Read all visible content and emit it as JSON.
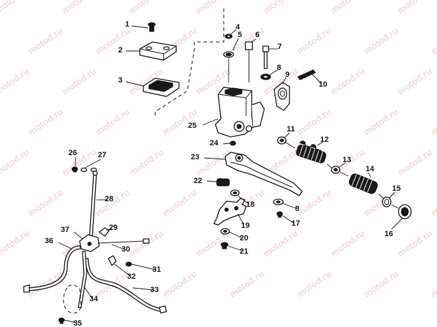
{
  "watermark_text": "motod.ru",
  "callouts": [
    {
      "id": "c1",
      "label": "1"
    },
    {
      "id": "c2",
      "label": "2"
    },
    {
      "id": "c3",
      "label": "3"
    },
    {
      "id": "c4",
      "label": "4"
    },
    {
      "id": "c5",
      "label": "5"
    },
    {
      "id": "c6",
      "label": "6"
    },
    {
      "id": "c7",
      "label": "7"
    },
    {
      "id": "c8a",
      "label": "8"
    },
    {
      "id": "c8b",
      "label": "8"
    },
    {
      "id": "c9",
      "label": "9"
    },
    {
      "id": "c10",
      "label": "10"
    },
    {
      "id": "c11",
      "label": "11"
    },
    {
      "id": "c12",
      "label": "12"
    },
    {
      "id": "c13",
      "label": "13"
    },
    {
      "id": "c14",
      "label": "14"
    },
    {
      "id": "c15",
      "label": "15"
    },
    {
      "id": "c16",
      "label": "16"
    },
    {
      "id": "c17",
      "label": "17"
    },
    {
      "id": "c18",
      "label": "18"
    },
    {
      "id": "c19",
      "label": "19"
    },
    {
      "id": "c20",
      "label": "20"
    },
    {
      "id": "c21",
      "label": "21"
    },
    {
      "id": "c22",
      "label": "22"
    },
    {
      "id": "c23",
      "label": "23"
    },
    {
      "id": "c24",
      "label": "24"
    },
    {
      "id": "c25",
      "label": "25"
    },
    {
      "id": "c26",
      "label": "26"
    },
    {
      "id": "c27",
      "label": "27"
    },
    {
      "id": "c28",
      "label": "28"
    },
    {
      "id": "c29",
      "label": "29"
    },
    {
      "id": "c30",
      "label": "30"
    },
    {
      "id": "c31",
      "label": "31"
    },
    {
      "id": "c32",
      "label": "32"
    },
    {
      "id": "c33",
      "label": "33"
    },
    {
      "id": "c34",
      "label": "34"
    },
    {
      "id": "c35",
      "label": "35"
    },
    {
      "id": "c36",
      "label": "36"
    },
    {
      "id": "c37",
      "label": "37"
    }
  ]
}
